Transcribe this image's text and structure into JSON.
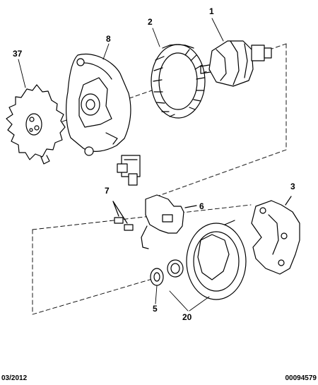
{
  "callouts": {
    "c1": "1",
    "c2": "2",
    "c3": "3",
    "c5": "5",
    "c6": "6",
    "c7": "7",
    "c8": "8",
    "c20": "20",
    "c37": "37"
  },
  "footer": {
    "date": "03/2012",
    "reference": "00094579"
  }
}
